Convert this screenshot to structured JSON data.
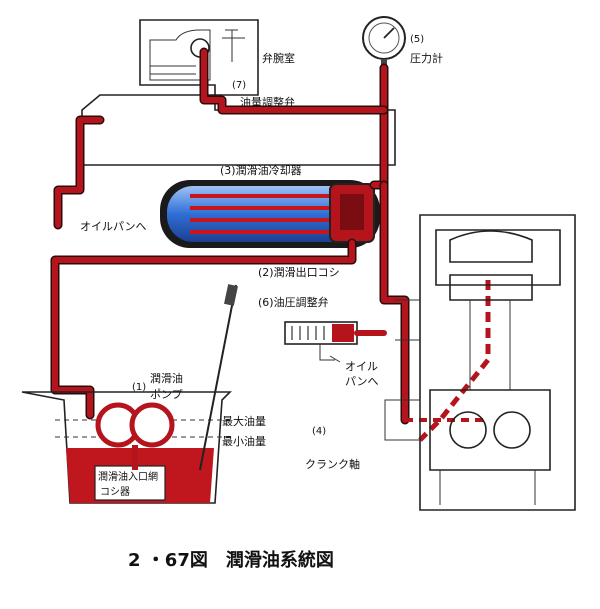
{
  "labels": {
    "valve_chamber": "弁腕室",
    "num7": "(7)",
    "oil_adjust_valve": "油量調整弁",
    "num5": "(5)",
    "pressure_gauge": "圧力計",
    "to_oil_pan_left": "オイルパンへ",
    "cooler": "(3)潤滑油冷却器",
    "outlet_strainer": "(2)潤滑出口コシ",
    "relief_valve": "(6)油圧調整弁",
    "to_oil_pan_right_1": "オイル",
    "to_oil_pan_right_2": "パンへ",
    "num1": "(1)",
    "pump_1": "潤滑油",
    "pump_2": "ポンプ",
    "max_level": "最大油量",
    "min_level": "最小油量",
    "num4": "(4)",
    "crankshaft": "クランク軸",
    "inlet_strainer_1": "潤滑油入口網",
    "inlet_strainer_2": "コシ器",
    "caption": "2 ・67図　潤滑油系統図"
  },
  "colors": {
    "oil": "#b5141c",
    "cooler_blue": "#2f6fd6"
  }
}
